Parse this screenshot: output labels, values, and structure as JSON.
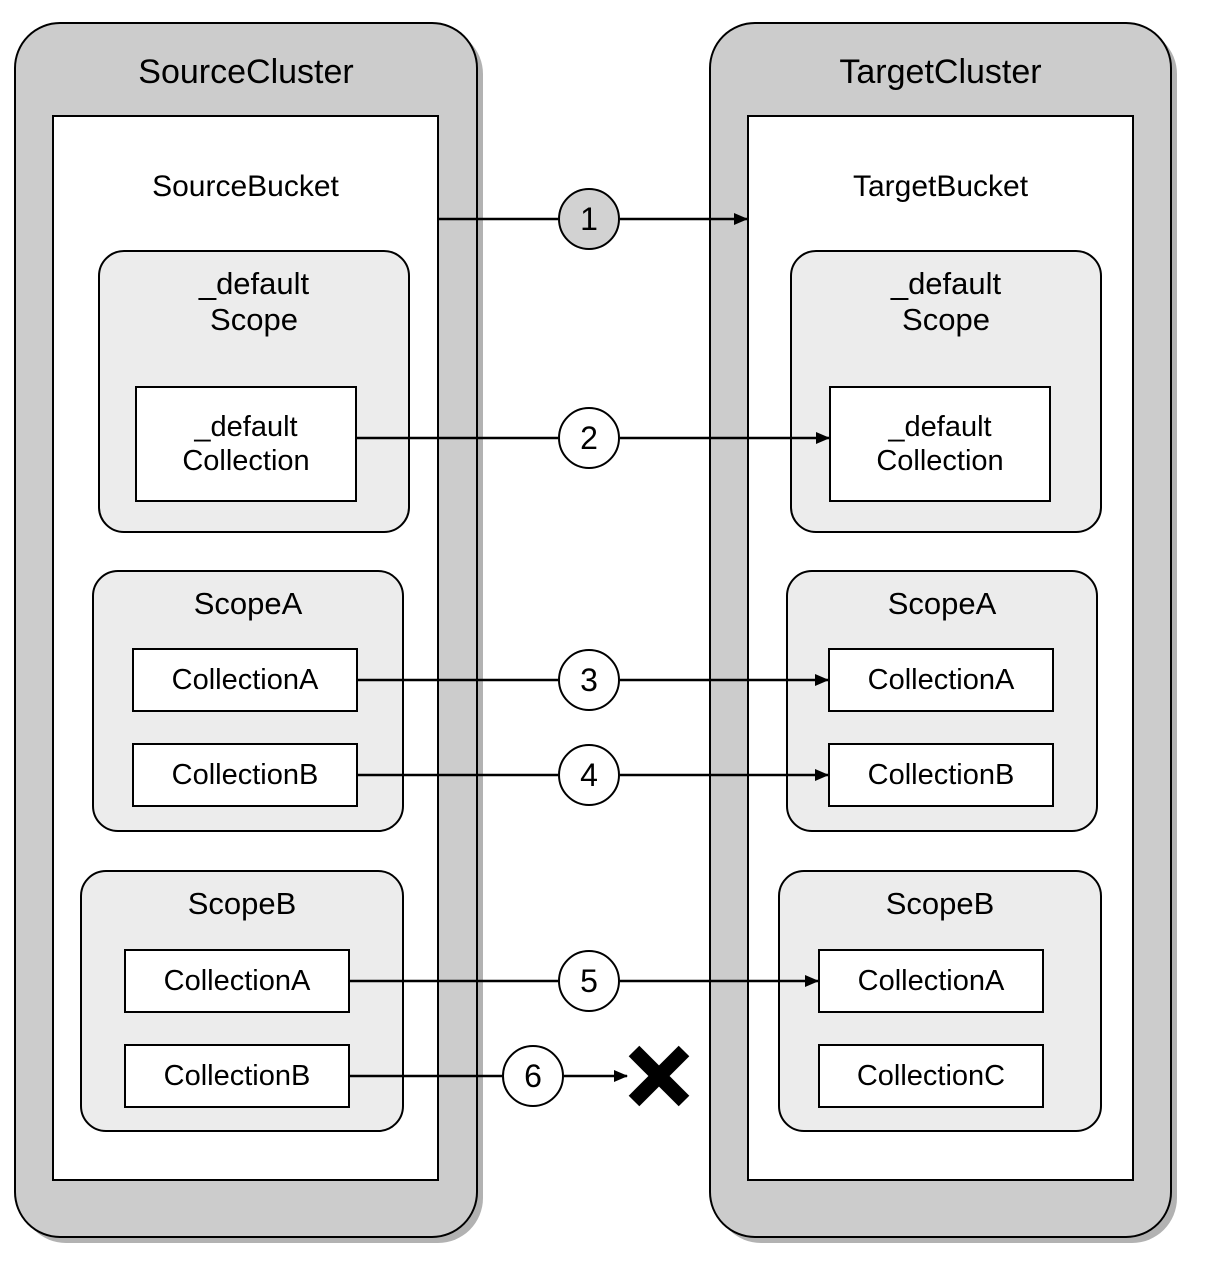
{
  "diagram": {
    "type": "replication-mapping",
    "source_cluster": {
      "name": "SourceCluster",
      "bucket": {
        "name": "SourceBucket",
        "scopes": [
          {
            "name": "_default\nScope",
            "collections": [
              {
                "name": "_default\nCollection"
              }
            ]
          },
          {
            "name": "ScopeA",
            "collections": [
              {
                "name": "CollectionA"
              },
              {
                "name": "CollectionB"
              }
            ]
          },
          {
            "name": "ScopeB",
            "collections": [
              {
                "name": "CollectionA"
              },
              {
                "name": "CollectionB"
              }
            ]
          }
        ]
      }
    },
    "target_cluster": {
      "name": "TargetCluster",
      "bucket": {
        "name": "TargetBucket",
        "scopes": [
          {
            "name": "_default\nScope",
            "collections": [
              {
                "name": "_default\nCollection"
              }
            ]
          },
          {
            "name": "ScopeA",
            "collections": [
              {
                "name": "CollectionA"
              },
              {
                "name": "CollectionB"
              }
            ]
          },
          {
            "name": "ScopeB",
            "collections": [
              {
                "name": "CollectionA"
              },
              {
                "name": "CollectionC"
              }
            ]
          }
        ]
      }
    },
    "edges": [
      {
        "label": "1",
        "from": "SourceBucket",
        "to": "TargetBucket",
        "status": "mapped",
        "shaded": true
      },
      {
        "label": "2",
        "from": "_defaultScope/_defaultCollection",
        "to": "_defaultScope/_defaultCollection",
        "status": "mapped",
        "shaded": false
      },
      {
        "label": "3",
        "from": "ScopeA/CollectionA",
        "to": "ScopeA/CollectionA",
        "status": "mapped",
        "shaded": false
      },
      {
        "label": "4",
        "from": "ScopeA/CollectionB",
        "to": "ScopeA/CollectionB",
        "status": "mapped",
        "shaded": false
      },
      {
        "label": "5",
        "from": "ScopeB/CollectionA",
        "to": "ScopeB/CollectionA",
        "status": "mapped",
        "shaded": false
      },
      {
        "label": "6",
        "from": "ScopeB/CollectionB",
        "to": "none",
        "status": "blocked",
        "shaded": false
      }
    ],
    "markers": {
      "blocked": "x-mark"
    },
    "colors": {
      "cluster_fill": "#cccccc",
      "bucket_fill": "#ffffff",
      "scope_fill": "#ececec",
      "collection_fill": "#ffffff",
      "stroke": "#000000",
      "shaded_circle_fill": "#d2d2d2"
    }
  }
}
